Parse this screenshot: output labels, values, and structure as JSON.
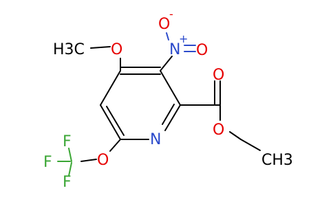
{
  "molecule": {
    "atoms": {
      "methyl_top": "H3C",
      "methoxy_o": "O",
      "nitro_n": "N",
      "nitro_n_charge": "+",
      "nitro_o_top": "O",
      "nitro_o_top_charge": "-",
      "nitro_o_right": "O",
      "ring_n": "N",
      "ester_carbonyl_o": "O",
      "ester_o": "O",
      "ethyl_ch3": "CH3",
      "cf3_o": "O",
      "f1": "F",
      "f2": "F",
      "f3": "F"
    }
  },
  "colors": {
    "oxygen": "#e60000",
    "nitrogen": "#2b4acb",
    "fluorine": "#3aa634",
    "carbon": "#000000"
  }
}
